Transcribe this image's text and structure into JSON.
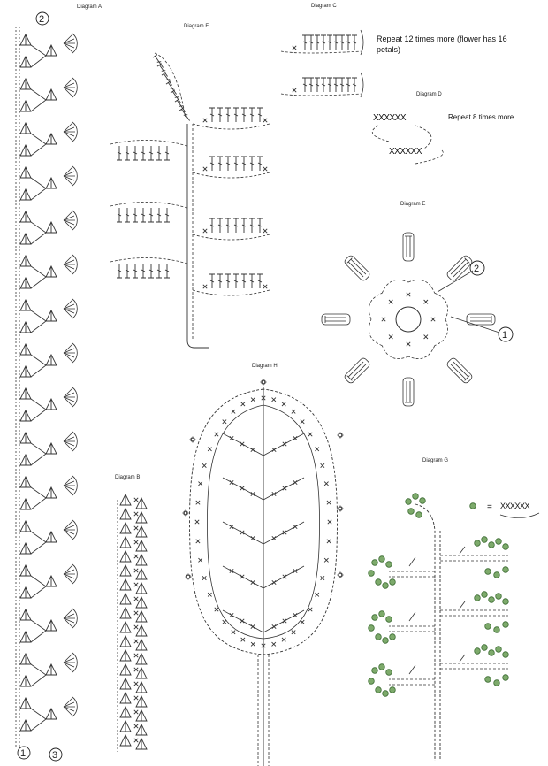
{
  "diagrams": {
    "a": {
      "title": "Diagram A",
      "markers": [
        "1",
        "2",
        "3"
      ]
    },
    "b": {
      "title": "Diagram B"
    },
    "c": {
      "title": "Diagram C",
      "note_line1": "Repeat 12 times more (flower has 16",
      "note_line2": "petals)"
    },
    "d": {
      "title": "Diagram D",
      "note": "Repeat 8 times more.",
      "stitches": "XXXXXX"
    },
    "e": {
      "title": "Diagram E",
      "markers": [
        "1",
        "2"
      ]
    },
    "f": {
      "title": "Diagram F"
    },
    "g": {
      "title": "Diagram G",
      "equals": "=",
      "stitches": "XXXXXX"
    },
    "h": {
      "title": "Diagram H"
    }
  },
  "colors": {
    "ink": "#333333",
    "bead": "#7daa6b",
    "bead_stroke": "#3e6d35"
  }
}
